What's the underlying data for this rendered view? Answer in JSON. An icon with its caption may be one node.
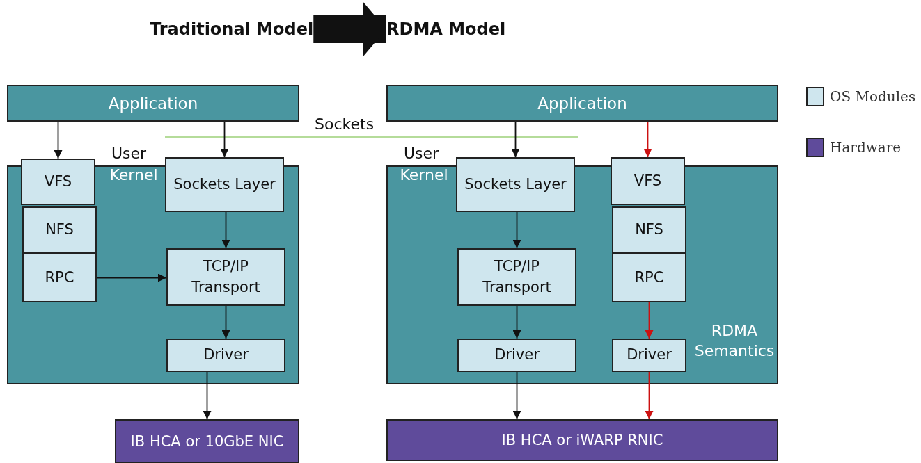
{
  "diagram": {
    "nodes": [
      {
        "text": [
          "Traditional Model"
        ]
      },
      {
        "text": [
          "RDMA Model"
        ]
      },
      {
        "text": [
          "Application"
        ]
      },
      {
        "text": [
          "Kernel"
        ]
      },
      {
        "text": [
          "VFS"
        ]
      },
      {
        "text": [
          "NFS"
        ],
        "in": 3
      },
      {
        "text": [
          "RPC"
        ],
        "in": 3
      },
      {
        "text": [
          "Sockets Layer"
        ]
      },
      {
        "text": [
          "TCP/IP Transport"
        ],
        "in": 3
      },
      {
        "text": [
          "Driver"
        ],
        "in": 3
      },
      {
        "text": [
          "IB HCA or 10GbE NIC"
        ]
      },
      {
        "text": [
          "Application"
        ]
      },
      {
        "text": [
          "Kernel",
          "RDMA Semantics"
        ]
      },
      {
        "text": [
          "Sockets Layer"
        ]
      },
      {
        "text": [
          "TCP/IP Transport"
        ],
        "in": 12
      },
      {
        "text": [
          "Driver"
        ],
        "in": 12
      },
      {
        "text": [
          "VFS"
        ]
      },
      {
        "text": [
          "NFS"
        ],
        "in": 12
      },
      {
        "text": [
          "RPC"
        ],
        "in": 12
      },
      {
        "text": [
          "Driver"
        ],
        "in": 12
      },
      {
        "text": [
          "IB HCA or iWARP RNIC"
        ]
      }
    ],
    "edges": [
      {
        "from": 0,
        "to": 1,
        "arrow": "to",
        "style": "thick"
      },
      {
        "from": 2,
        "to": 4,
        "arrow": "to"
      },
      {
        "from": 2,
        "to": 7,
        "arrow": "to"
      },
      {
        "from": 6,
        "to": 8,
        "arrow": "to"
      },
      {
        "from": 7,
        "to": 8,
        "arrow": "to"
      },
      {
        "from": 8,
        "to": 9,
        "arrow": "to"
      },
      {
        "from": 9,
        "to": 10,
        "arrow": "to"
      },
      {
        "from": 11,
        "to": 13,
        "arrow": "to"
      },
      {
        "from": 11,
        "to": 16,
        "arrow": "to",
        "color": "#cc1111"
      },
      {
        "from": 13,
        "to": 14,
        "arrow": "to"
      },
      {
        "from": 14,
        "to": 15,
        "arrow": "to"
      },
      {
        "from": 15,
        "to": 20,
        "arrow": "to"
      },
      {
        "from": 18,
        "to": 19,
        "arrow": "to",
        "color": "#cc1111"
      },
      {
        "from": 19,
        "to": 20,
        "arrow": "to",
        "color": "#cc1111"
      }
    ],
    "labels": [
      "Sockets",
      "User",
      "User"
    ],
    "legend": [
      {
        "text": "OS Modules",
        "color": "#cfe6ee"
      },
      {
        "text": "Hardware",
        "color": "#5f4b9b"
      }
    ]
  }
}
